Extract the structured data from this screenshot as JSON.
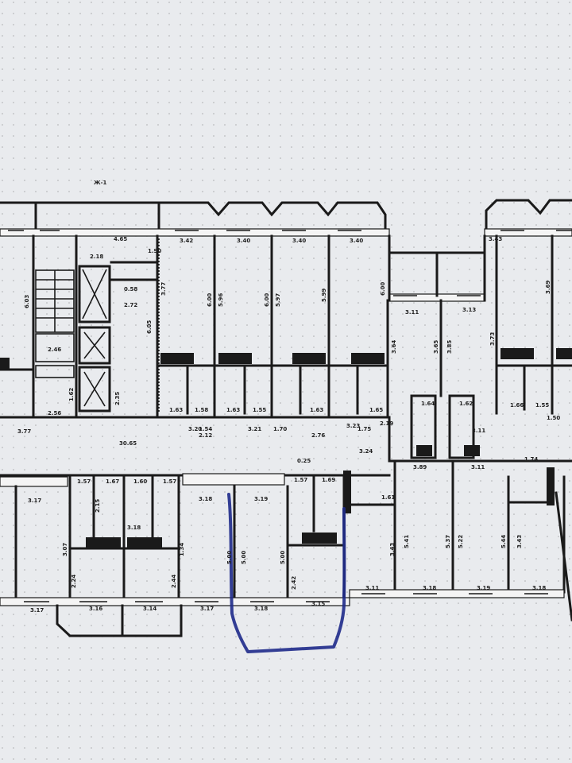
{
  "sheet_label": "Ж-1",
  "colors": {
    "paper": "#e9ebee",
    "lines": "#1a1a1a",
    "marker": "#1e2a8a"
  },
  "top_dims": [
    "4.65",
    "3.42",
    "3.40",
    "3.40",
    "3.40",
    "3.11",
    "3.13",
    "3.43",
    "2.18",
    "2.72",
    "0.58",
    "1.90",
    "2.46"
  ],
  "vertical_dims": [
    "6.03",
    "6.05",
    "3.77",
    "6.00",
    "5.96",
    "6.00",
    "5.97",
    "5.99",
    "6.00",
    "3.64",
    "3.65",
    "3.85",
    "3.73",
    "3.69",
    "2.35",
    "1.62"
  ],
  "wet_dims": [
    "1.63",
    "1.58",
    "1.63",
    "1.55",
    "1.63",
    "1.65",
    "1.64",
    "1.62",
    "1.66",
    "1.55",
    "2.56",
    "1.54",
    "1.70",
    "1.75",
    "1.50"
  ],
  "corridor_dims": [
    "30.65",
    "2.76",
    "3.23",
    "3.24",
    "3.20",
    "3.21",
    "3.77",
    "2.19",
    "1.74",
    "0.25"
  ],
  "lower_dims": [
    "3.17",
    "3.17",
    "3.16",
    "3.14",
    "3.17",
    "3.18",
    "3.19",
    "3.15",
    "3.11",
    "3.18",
    "3.19",
    "3.18",
    "3.18",
    "3.18",
    "3.11",
    "3.89",
    "3.11",
    "1.61",
    "1.69",
    "1.67",
    "1.57",
    "1.60",
    "1.57",
    "1.57",
    "2.12"
  ],
  "lower_vertical_dims": [
    "5.00",
    "5.00",
    "5.00",
    "5.41",
    "5.37",
    "5.22",
    "5.44",
    "3.43",
    "3.07",
    "2.24",
    "2.42",
    "3.43",
    "2.15",
    "2.44",
    "1.34"
  ]
}
